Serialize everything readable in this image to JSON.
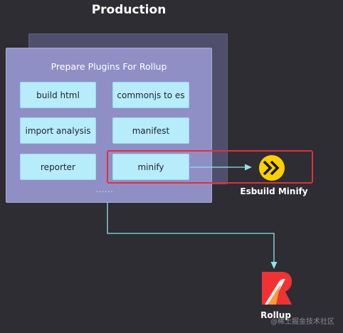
{
  "title": "Production",
  "card": {
    "title": "Prepare Plugins For Rollup",
    "plugins": [
      "build html",
      "commonjs to es",
      "import analysis",
      "manifest",
      "reporter",
      "minify"
    ],
    "more": "......"
  },
  "esbuild": {
    "label": "Esbuild Minify",
    "icon": "esbuild-logo-icon",
    "color": "#ffcf00"
  },
  "rollup": {
    "label": "Rollup",
    "icon": "rollup-logo-icon",
    "color": "#ef3335"
  },
  "highlight_color": "#e0303a",
  "connector_color": "#8fe3e8",
  "watermark": "@稀土掘金技术社区"
}
